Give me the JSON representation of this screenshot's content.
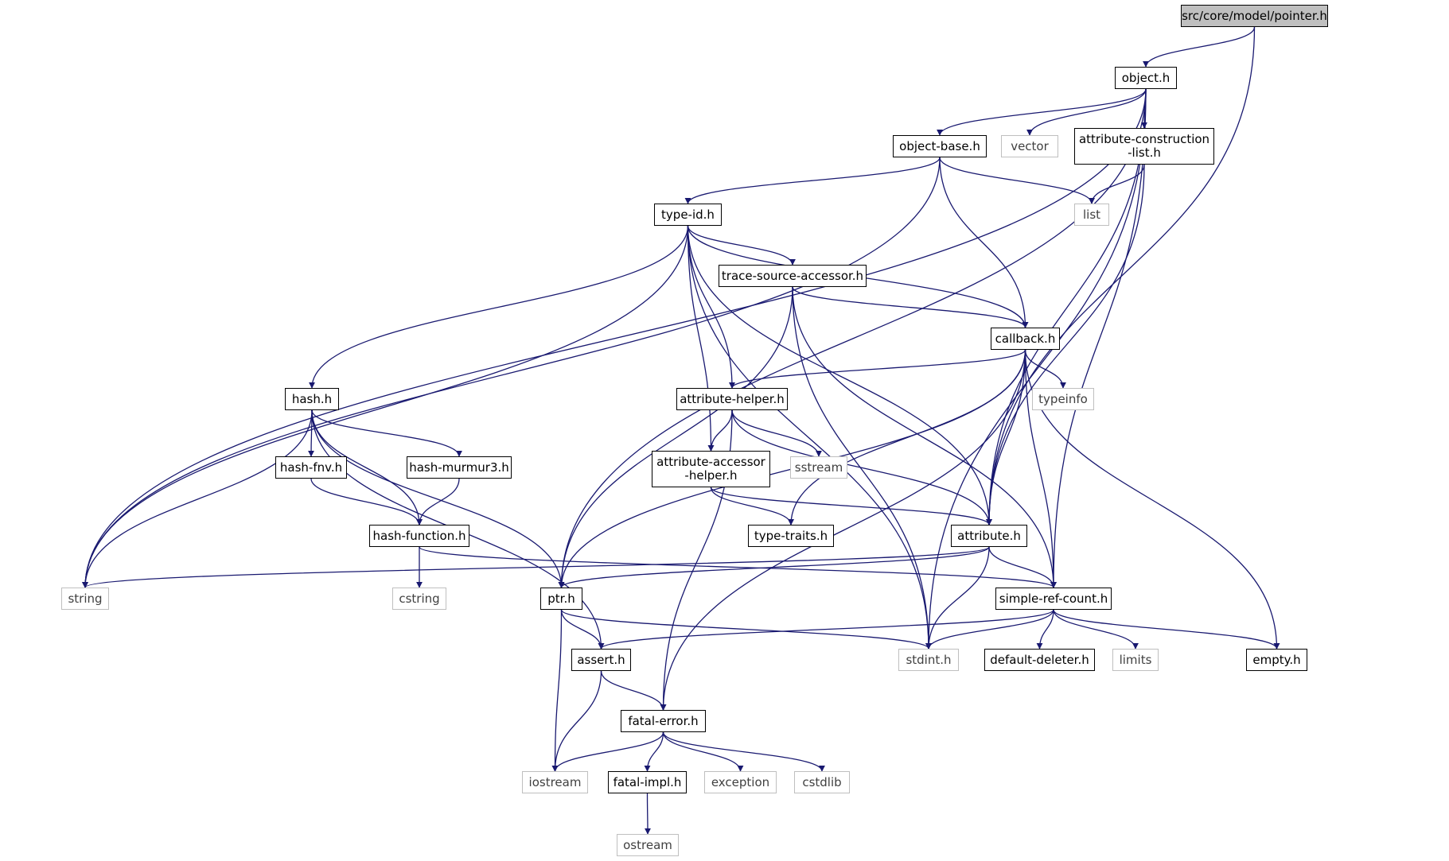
{
  "diagram": {
    "type": "include-dependency-graph",
    "colors": {
      "edge": "#191970",
      "node_border": "#000000",
      "external_border": "#bfbfbf",
      "root_fill": "#bfbfbf"
    },
    "nodes": [
      {
        "id": "pointer_h",
        "label": "src/core/model/pointer.h",
        "kind": "root"
      },
      {
        "id": "object_h",
        "label": "object.h",
        "kind": "file"
      },
      {
        "id": "object_base_h",
        "label": "object-base.h",
        "kind": "file"
      },
      {
        "id": "vector",
        "label": "vector",
        "kind": "external"
      },
      {
        "id": "attr_cons_list_h",
        "label": "attribute-construction\n-list.h",
        "kind": "file"
      },
      {
        "id": "type_id_h",
        "label": "type-id.h",
        "kind": "file"
      },
      {
        "id": "list",
        "label": "list",
        "kind": "external"
      },
      {
        "id": "trace_source_accessor_h",
        "label": "trace-source-accessor.h",
        "kind": "file"
      },
      {
        "id": "callback_h",
        "label": "callback.h",
        "kind": "file"
      },
      {
        "id": "hash_h",
        "label": "hash.h",
        "kind": "file"
      },
      {
        "id": "attribute_helper_h",
        "label": "attribute-helper.h",
        "kind": "file"
      },
      {
        "id": "typeinfo",
        "label": "typeinfo",
        "kind": "external"
      },
      {
        "id": "hash_fnv_h",
        "label": "hash-fnv.h",
        "kind": "file"
      },
      {
        "id": "hash_murmur3_h",
        "label": "hash-murmur3.h",
        "kind": "file"
      },
      {
        "id": "attr_accessor_helper_h",
        "label": "attribute-accessor\n-helper.h",
        "kind": "file"
      },
      {
        "id": "sstream",
        "label": "sstream",
        "kind": "external"
      },
      {
        "id": "hash_function_h",
        "label": "hash-function.h",
        "kind": "file"
      },
      {
        "id": "type_traits_h",
        "label": "type-traits.h",
        "kind": "file"
      },
      {
        "id": "attribute_h",
        "label": "attribute.h",
        "kind": "file"
      },
      {
        "id": "string_a",
        "label": "string",
        "kind": "external"
      },
      {
        "id": "string_b",
        "label": "string",
        "kind": "external"
      },
      {
        "id": "cstring",
        "label": "cstring",
        "kind": "external"
      },
      {
        "id": "ptr_h",
        "label": "ptr.h",
        "kind": "file"
      },
      {
        "id": "simple_ref_count_h",
        "label": "simple-ref-count.h",
        "kind": "file"
      },
      {
        "id": "assert_h",
        "label": "assert.h",
        "kind": "file"
      },
      {
        "id": "stdint_h",
        "label": "stdint.h",
        "kind": "external"
      },
      {
        "id": "default_deleter_h",
        "label": "default-deleter.h",
        "kind": "file"
      },
      {
        "id": "limits",
        "label": "limits",
        "kind": "external"
      },
      {
        "id": "empty_h",
        "label": "empty.h",
        "kind": "file"
      },
      {
        "id": "fatal_error_h",
        "label": "fatal-error.h",
        "kind": "file"
      },
      {
        "id": "iostream",
        "label": "iostream",
        "kind": "external"
      },
      {
        "id": "fatal_impl_h",
        "label": "fatal-impl.h",
        "kind": "file"
      },
      {
        "id": "exception",
        "label": "exception",
        "kind": "external"
      },
      {
        "id": "cstdlib",
        "label": "cstdlib",
        "kind": "external"
      },
      {
        "id": "ostream",
        "label": "ostream",
        "kind": "external"
      }
    ],
    "edges": [
      [
        "pointer_h",
        "object_h"
      ],
      [
        "pointer_h",
        "attribute_h"
      ],
      [
        "object_h",
        "object_base_h"
      ],
      [
        "object_h",
        "vector"
      ],
      [
        "object_h",
        "attr_cons_list_h"
      ],
      [
        "object_h",
        "string_a"
      ],
      [
        "object_h",
        "ptr_h"
      ],
      [
        "object_h",
        "attribute_h"
      ],
      [
        "object_h",
        "simple_ref_count_h"
      ],
      [
        "object_h",
        "stdint_h"
      ],
      [
        "object_base_h",
        "type_id_h"
      ],
      [
        "object_base_h",
        "list"
      ],
      [
        "object_base_h",
        "callback_h"
      ],
      [
        "object_base_h",
        "string_b"
      ],
      [
        "attr_cons_list_h",
        "list"
      ],
      [
        "attr_cons_list_h",
        "attribute_h"
      ],
      [
        "type_id_h",
        "trace_source_accessor_h"
      ],
      [
        "type_id_h",
        "callback_h"
      ],
      [
        "type_id_h",
        "hash_h"
      ],
      [
        "type_id_h",
        "attribute_helper_h"
      ],
      [
        "type_id_h",
        "attr_accessor_helper_h"
      ],
      [
        "type_id_h",
        "attribute_h"
      ],
      [
        "type_id_h",
        "string_b"
      ],
      [
        "type_id_h",
        "stdint_h"
      ],
      [
        "trace_source_accessor_h",
        "callback_h"
      ],
      [
        "trace_source_accessor_h",
        "ptr_h"
      ],
      [
        "trace_source_accessor_h",
        "simple_ref_count_h"
      ],
      [
        "trace_source_accessor_h",
        "stdint_h"
      ],
      [
        "callback_h",
        "attribute_helper_h"
      ],
      [
        "callback_h",
        "typeinfo"
      ],
      [
        "callback_h",
        "type_traits_h"
      ],
      [
        "callback_h",
        "attribute_h"
      ],
      [
        "callback_h",
        "simple_ref_count_h"
      ],
      [
        "callback_h",
        "ptr_h"
      ],
      [
        "callback_h",
        "empty_h"
      ],
      [
        "callback_h",
        "fatal_error_h"
      ],
      [
        "hash_h",
        "hash_fnv_h"
      ],
      [
        "hash_h",
        "hash_murmur3_h"
      ],
      [
        "hash_h",
        "hash_function_h"
      ],
      [
        "hash_h",
        "string_a"
      ],
      [
        "hash_h",
        "ptr_h"
      ],
      [
        "hash_h",
        "assert_h"
      ],
      [
        "hash_fnv_h",
        "hash_function_h"
      ],
      [
        "hash_murmur3_h",
        "hash_function_h"
      ],
      [
        "hash_function_h",
        "cstring"
      ],
      [
        "hash_function_h",
        "simple_ref_count_h"
      ],
      [
        "attribute_helper_h",
        "attr_accessor_helper_h"
      ],
      [
        "attribute_helper_h",
        "sstream"
      ],
      [
        "attribute_helper_h",
        "attribute_h"
      ],
      [
        "attribute_helper_h",
        "fatal_error_h"
      ],
      [
        "attr_accessor_helper_h",
        "type_traits_h"
      ],
      [
        "attr_accessor_helper_h",
        "attribute_h"
      ],
      [
        "attribute_h",
        "string_a"
      ],
      [
        "attribute_h",
        "ptr_h"
      ],
      [
        "attribute_h",
        "simple_ref_count_h"
      ],
      [
        "attribute_h",
        "stdint_h"
      ],
      [
        "ptr_h",
        "assert_h"
      ],
      [
        "ptr_h",
        "iostream"
      ],
      [
        "ptr_h",
        "stdint_h"
      ],
      [
        "simple_ref_count_h",
        "assert_h"
      ],
      [
        "simple_ref_count_h",
        "stdint_h"
      ],
      [
        "simple_ref_count_h",
        "default_deleter_h"
      ],
      [
        "simple_ref_count_h",
        "limits"
      ],
      [
        "simple_ref_count_h",
        "empty_h"
      ],
      [
        "assert_h",
        "fatal_error_h"
      ],
      [
        "assert_h",
        "iostream"
      ],
      [
        "fatal_error_h",
        "iostream"
      ],
      [
        "fatal_error_h",
        "fatal_impl_h"
      ],
      [
        "fatal_error_h",
        "exception"
      ],
      [
        "fatal_error_h",
        "cstdlib"
      ],
      [
        "fatal_impl_h",
        "ostream"
      ]
    ]
  }
}
